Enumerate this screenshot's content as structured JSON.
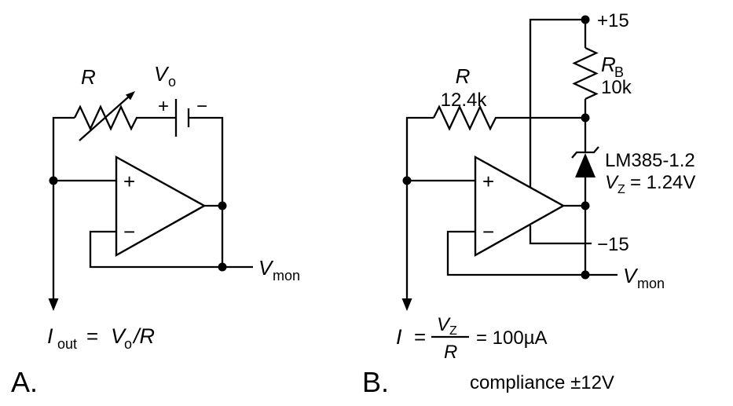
{
  "colors": {
    "ink": "#000000",
    "background": "#ffffff"
  },
  "panel_a": {
    "panel_label": "A.",
    "resistor_label": "R",
    "source_v": "V",
    "source_v_sub": "o",
    "battery_plus": "+",
    "battery_minus": "−",
    "opamp_plus": "+",
    "opamp_minus": "−",
    "vmon_v": "V",
    "vmon_sub": "mon",
    "formula": {
      "i": "I",
      "i_sub": "out",
      "equals": "=",
      "v": "V",
      "v_sub": "o",
      "over_r": "/R"
    }
  },
  "panel_b": {
    "panel_label": "B.",
    "resistor_label": "R",
    "resistor_value": "12.4k",
    "supply_pos": "+15",
    "rb": "R",
    "rb_sub": "B",
    "rb_value": "10k",
    "zener_name": "LM385-1.2",
    "vz_v": "V",
    "vz_sub": "Z",
    "vz_value": "= 1.24V",
    "supply_neg": "−15",
    "opamp_plus": "+",
    "opamp_minus": "−",
    "vmon_v": "V",
    "vmon_sub": "mon",
    "formula": {
      "i": "I",
      "equals": "=",
      "num_v": "V",
      "num_sub": "Z",
      "den": "R",
      "result": "= 100µA"
    },
    "compliance": "compliance ±12V"
  }
}
